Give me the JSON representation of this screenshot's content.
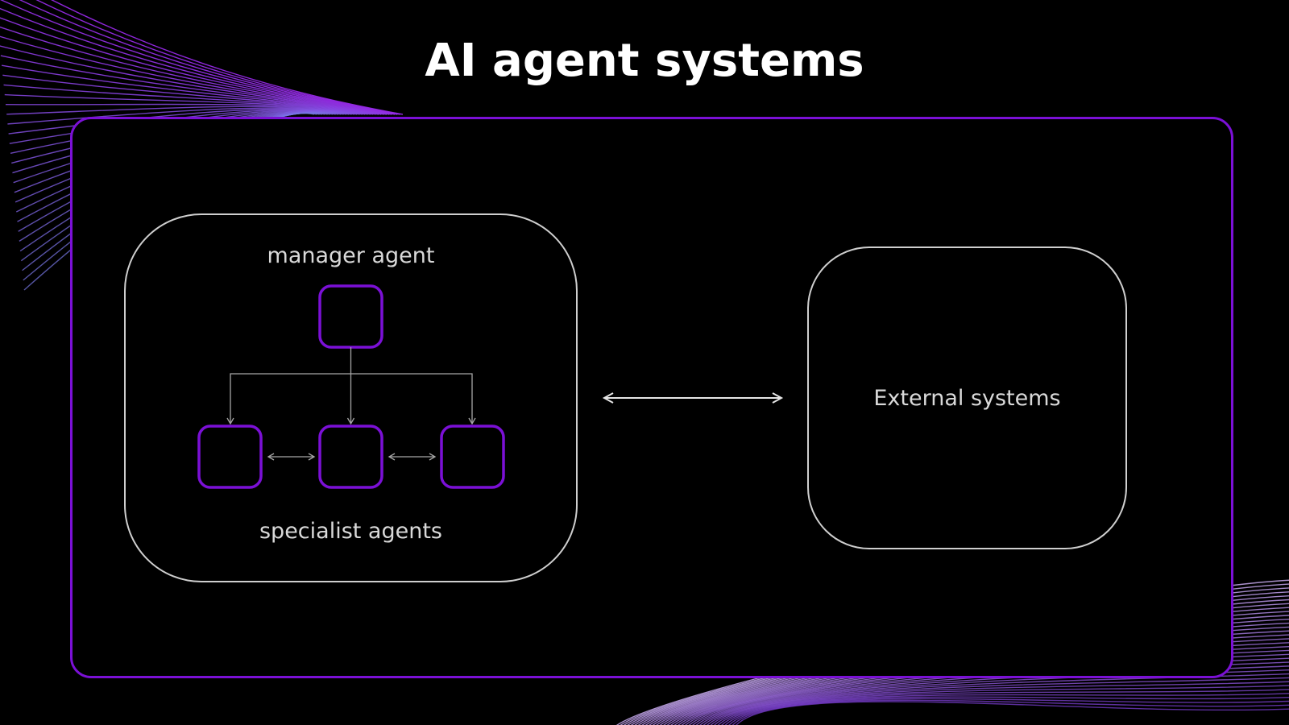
{
  "title": "AI agent systems",
  "diagram": {
    "manager_label": "manager agent",
    "specialists_label": "specialist agents",
    "external_label": "External systems"
  },
  "colors": {
    "background": "#000000",
    "accent_purple": "#7b10d6",
    "outline_gray": "#cfcfcf",
    "connector_gray": "#a6a6a6",
    "text_white": "#ffffff",
    "text_gray": "#d9d9d9"
  }
}
